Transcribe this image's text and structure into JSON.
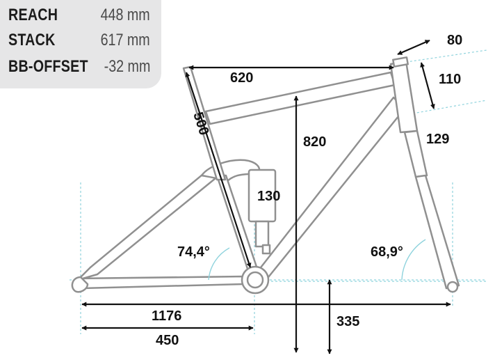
{
  "specs": [
    {
      "label": "REACH",
      "value": "448 mm"
    },
    {
      "label": "STACK",
      "value": "617 mm"
    },
    {
      "label": "BB-OFFSET",
      "value": "-32 mm"
    }
  ],
  "dimensions": {
    "top_tube": "620",
    "seat_tube": "500",
    "stack_height": "820",
    "stem_width": "80",
    "head_tube": "110",
    "fork": "129",
    "shock": "130",
    "seat_angle": "74,4°",
    "head_angle": "68,9°",
    "wheelbase": "1176",
    "chainstay": "450",
    "bb_height": "335"
  },
  "colors": {
    "frame": "#909090",
    "guides": "#8fd3dd",
    "panel": "#e6e6e7",
    "text": "#111111"
  }
}
